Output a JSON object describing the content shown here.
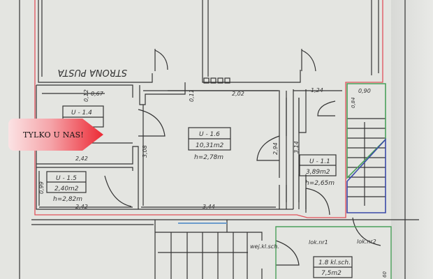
{
  "badge": {
    "text": "TYLKO U NAS!",
    "colors": [
      "#fbe3e4",
      "#ec2a35"
    ]
  },
  "watermark": "STRONA PUSTA",
  "rooms": [
    {
      "id": "U - 1.4",
      "area": "",
      "height": ""
    },
    {
      "id": "U - 1.5",
      "area": "2,40m2",
      "height": "h=2,82m"
    },
    {
      "id": "U - 1.6",
      "area": "10,31m2",
      "height": "h=2,78m"
    },
    {
      "id": "U - 1.1",
      "area": "3,89m2",
      "height": "h=2,65m"
    },
    {
      "id": "1.8 kl.sch.",
      "area": "7,5m2",
      "height": ""
    }
  ],
  "dimensions": {
    "d067": "0,67",
    "d012": "0,12",
    "d242a": "2,42",
    "d242b": "2,42",
    "d099": "0,99",
    "d308": "3,08",
    "d011": "0,11",
    "d202": "2,02",
    "d344": "3,44",
    "d294": "2,94",
    "d314": "3,14",
    "d124": "1,24",
    "d090": "0,90",
    "d084": "0,84",
    "d060": "60"
  },
  "labels": {
    "lok1": "lok.nr1",
    "lok2": "lok.nr2",
    "entrance": "wej.kl.sch."
  },
  "line_colors": {
    "unit_outline": "#e0505a",
    "stair_green": "#4aa05a",
    "stair_blue": "#3a4aa8",
    "walls": "#333333"
  }
}
